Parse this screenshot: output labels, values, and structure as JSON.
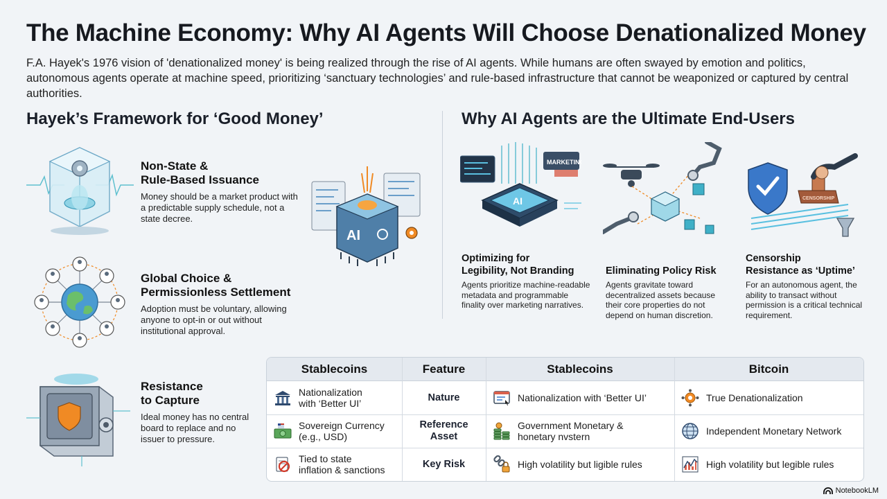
{
  "header": {
    "title": "The Machine Economy: Why AI Agents Will Choose Denationalized Money",
    "intro": "F.A. Hayek's 1976 vision of 'denationalized money' is being realized through the rise of AI agents. While humans are often swayed by emotion and politics, autonomous agents operate at machine speed, prioritizing ‘sanctuary technologies’ and rule-based infrastructure that cannot be weaponized or captured by central authorities."
  },
  "left": {
    "heading": "Hayek’s Framework for ‘Good Money’",
    "features": [
      {
        "title_l1": "Non-State &",
        "title_l2": "Rule-Based Issuance",
        "desc": "Money should be a market product with a predictable supply schedule, not a state decree."
      },
      {
        "title_l1": "Global Choice &",
        "title_l2": "Permissionless Settlement",
        "desc": "Adoption must be voluntary, allowing anyone to opt-in or out without institutional approval."
      },
      {
        "title_l1": "Resistance",
        "title_l2": "to Capture",
        "desc": "Ideal money has no central board to replace and no issuer to pressure."
      }
    ],
    "chip_label": "AI"
  },
  "right": {
    "heading": "Why AI Agents are the Ultimate End-Users",
    "cards": [
      {
        "title_l1": "Optimizing for",
        "title_l2": "Legibility, Not Branding",
        "desc": "Agents prioritize machine-readable metadata and programmable finality over marketing narratives.",
        "illus_label": "MARKETING",
        "chip_label": "AI"
      },
      {
        "title_l1": "",
        "title_l2": "Eliminating Policy Risk",
        "desc": "Agents gravitate toward decentralized assets because their core properties do not depend on human discretion."
      },
      {
        "title_l1": "Censorship",
        "title_l2": "Resistance as ‘Uptime’",
        "desc": "For an autonomous agent, the ability to transact without permission is a critical technical requirement.",
        "illus_label": "CENSORSHIP"
      }
    ]
  },
  "table": {
    "headers": [
      "Stablecoins",
      "Feature",
      "Stablecoins",
      "Bitcoin"
    ],
    "rows": [
      {
        "c1": "Nationalization with ‘Better UI’",
        "c1_l1": "Nationalization",
        "c1_l2": "with ‘Better UI’",
        "feature_l1": "Nature",
        "feature_l2": "",
        "c3": "Nationalization with ‘Better UI’",
        "c4": "True Denationalization",
        "icons": [
          "bank-icon",
          "browser-window-icon",
          "bitcoin-network-icon"
        ]
      },
      {
        "c1_l1": "Sovereign Currency",
        "c1_l2": "(e.g., USD)",
        "feature_l1": "Reference",
        "feature_l2": "Asset",
        "c3_l1": "Government Monetary &",
        "c3_l2": "honetary nvstern",
        "c4": "Independent Monetary Network",
        "icons": [
          "dollar-bill-icon",
          "coin-stack-icon",
          "globe-network-icon"
        ]
      },
      {
        "c1_l1": "Tied to state",
        "c1_l2": "inflation & sanctions",
        "feature_l1": "Key Risk",
        "feature_l2": "",
        "c3": "High volatility but ligible rules",
        "c4": "High volatility but legible rules",
        "icons": [
          "prohibited-icon",
          "chain-lock-icon",
          "volatility-chart-icon"
        ]
      }
    ]
  },
  "brand": "NotebookLM",
  "colors": {
    "accent": "#3b7bd6",
    "orange": "#f08a24",
    "bg": "#f1f4f7",
    "teal": "#3fb0c7"
  }
}
